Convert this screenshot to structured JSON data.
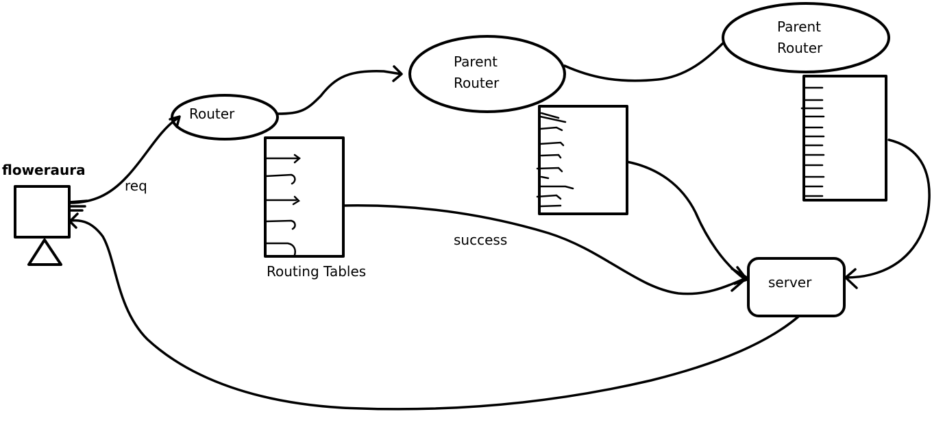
{
  "labels": {
    "client": "floweraura",
    "req": "req",
    "router": "Router",
    "parent_router_1_line1": "Parent",
    "parent_router_1_line2": "Router",
    "parent_router_2_line1": "Parent",
    "parent_router_2_line2": "Router",
    "routing_tables": "Routing Tables",
    "success": "success",
    "server": "server"
  },
  "colors": {
    "ink": "#000000",
    "background": "#ffffff"
  }
}
